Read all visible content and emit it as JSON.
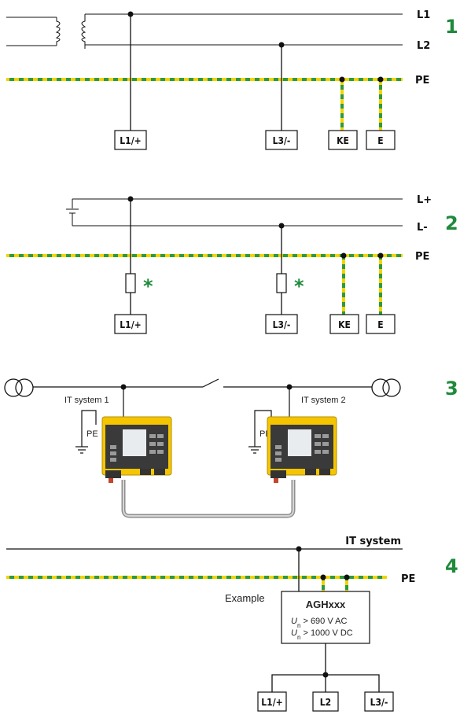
{
  "colors": {
    "line": "#111111",
    "pe_green": "#2e9a3e",
    "pe_yellow": "#f2d400",
    "accent": "#1f8a3b",
    "device_yellow": "#f5c500",
    "device_panel": "#3a3a3a"
  },
  "diagram1": {
    "number": "1",
    "line_labels": [
      "L1",
      "L2",
      "PE"
    ],
    "terminals": [
      "L1/+",
      "L3/-",
      "KE",
      "E"
    ]
  },
  "diagram2": {
    "number": "2",
    "line_labels": [
      "L+",
      "L-",
      "PE"
    ],
    "terminals": [
      "L1/+",
      "L3/-",
      "KE",
      "E"
    ],
    "fuse_marker": "*"
  },
  "diagram3": {
    "number": "3",
    "system1": "IT system 1",
    "system2": "IT system 2",
    "pe_label": "PE"
  },
  "diagram4": {
    "number": "4",
    "line_label": "IT system",
    "pe_label": "PE",
    "example_label": "Example",
    "device_name": "AGHxxx",
    "spec1_sym": "U",
    "spec1_sub": "n",
    "spec1_val": " > 690 V AC",
    "spec2_sym": "U",
    "spec2_sub": "n",
    "spec2_val": " > 1000 V DC",
    "terminals": [
      "L1/+",
      "L2",
      "L3/-"
    ]
  }
}
